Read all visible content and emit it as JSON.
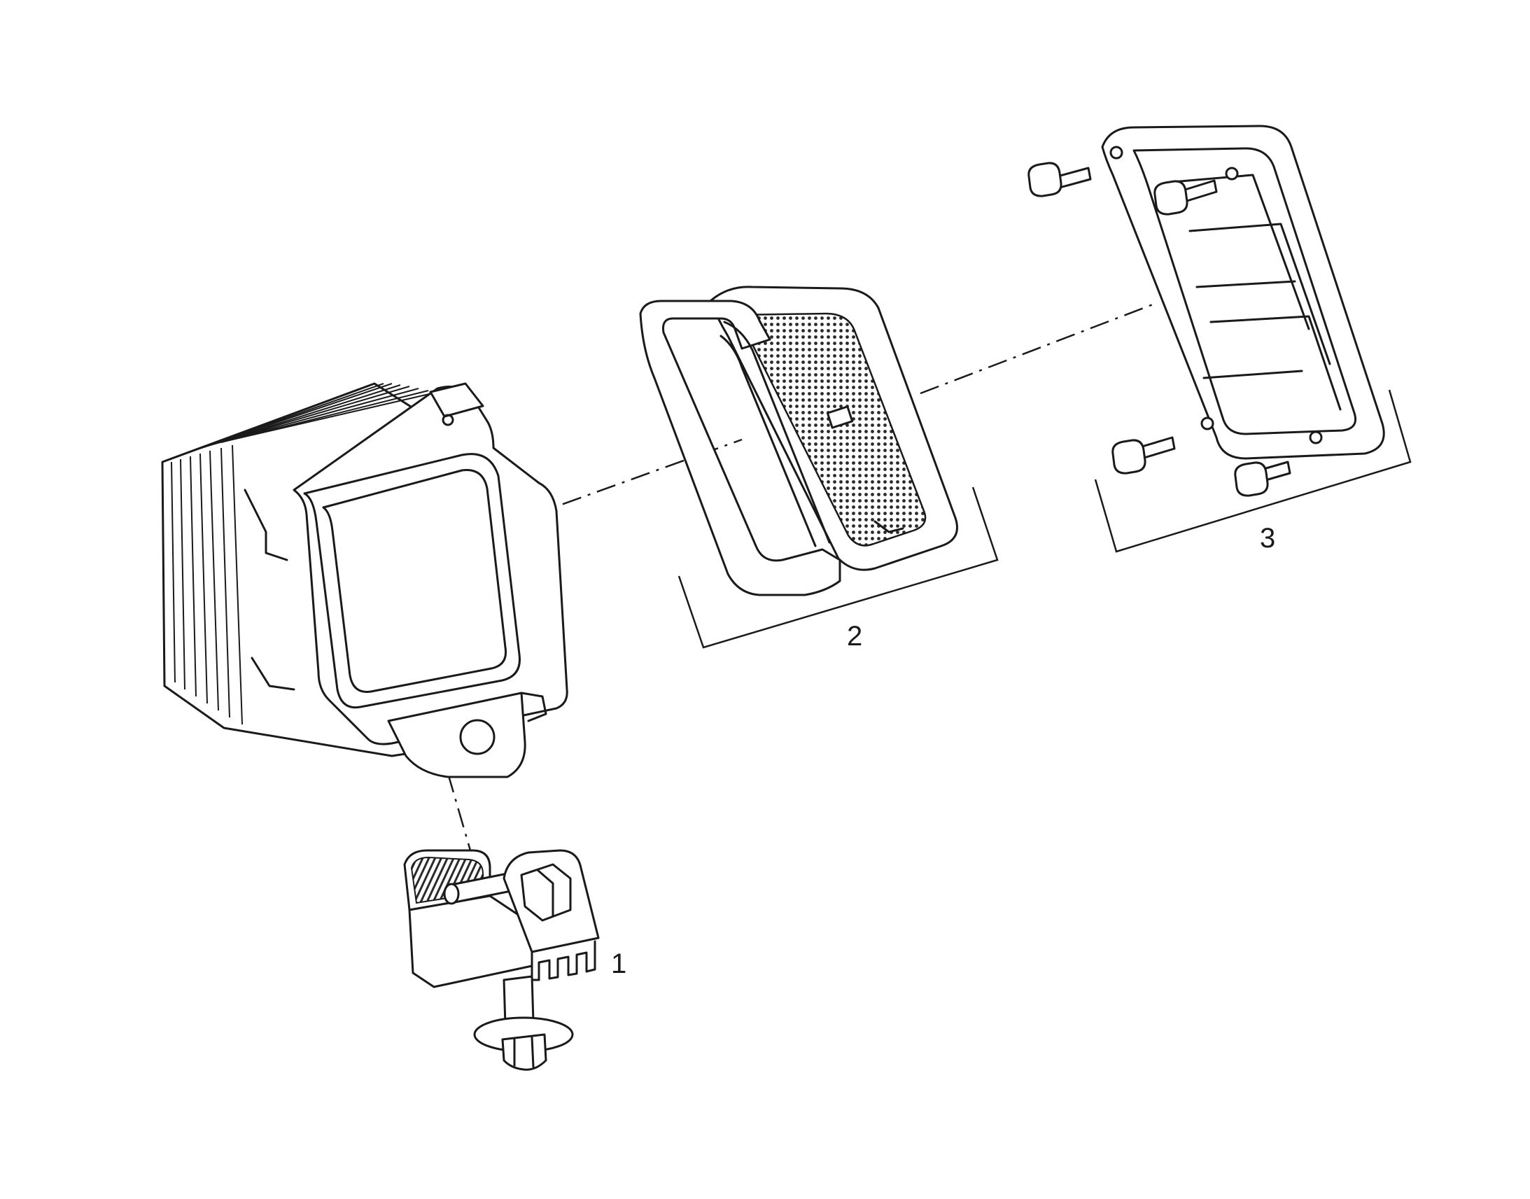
{
  "callouts": {
    "item_1": "1",
    "item_2": "2",
    "item_3": "3"
  }
}
